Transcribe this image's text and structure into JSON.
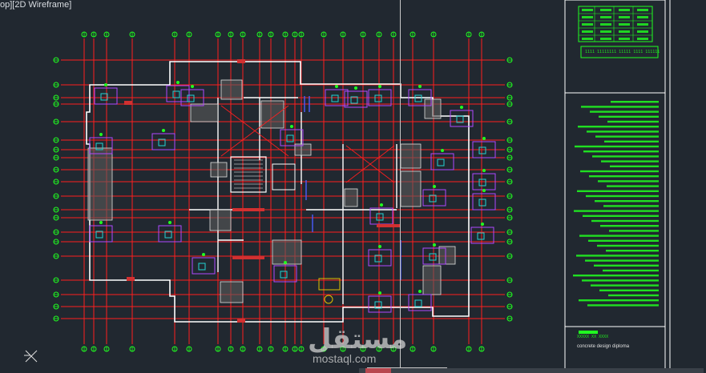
{
  "viewport": {
    "label": "op][2D Wireframe]"
  },
  "title_block": {
    "drawing_title": "concrete design diploma",
    "green_caption": "XXXXX XX XXXX",
    "code_line": "1111 11111111 11111 1111 111111"
  },
  "watermark": {
    "arabic": "مستقل",
    "latin": "mostaql.com"
  },
  "icons": {
    "ucs": "ucs-axis-icon"
  },
  "colors": {
    "background": "#212830",
    "grid": "#ff1e1e",
    "walls": "#ffffff",
    "cyan": "#22d4d4",
    "magenta": "#b048ff",
    "green": "#20ff20",
    "blue": "#4a5cff",
    "hatch": "#e8a060"
  }
}
